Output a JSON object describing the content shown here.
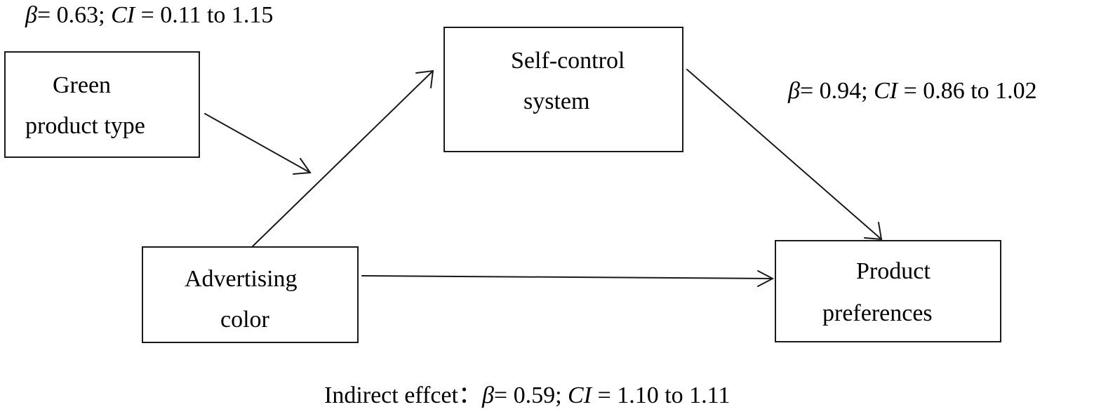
{
  "nodes": {
    "green_product_type": {
      "line1": "Green",
      "line2": "product type"
    },
    "self_control_system": {
      "line1": "Self-control",
      "line2": "system"
    },
    "advertising_color": {
      "line1": "Advertising",
      "line2": "color"
    },
    "product_preferences": {
      "line1": "Product",
      "line2": "preferences"
    }
  },
  "paths": {
    "moderation": {
      "beta_symbol": "β",
      "beta_value": "= 0.63; ",
      "ci_symbol": "CI",
      "ci_value": " = 0.11 to 1.15"
    },
    "mediator_to_outcome": {
      "beta_symbol": "β",
      "beta_value": "= 0.94; ",
      "ci_symbol": "CI",
      "ci_value": " = 0.86 to 1.02"
    },
    "indirect": {
      "prefix": "Indirect effcet：",
      "beta_symbol": "β",
      "beta_value": "= 0.59; ",
      "ci_symbol": "CI",
      "ci_value": " = 1.10 to 1.11"
    }
  }
}
